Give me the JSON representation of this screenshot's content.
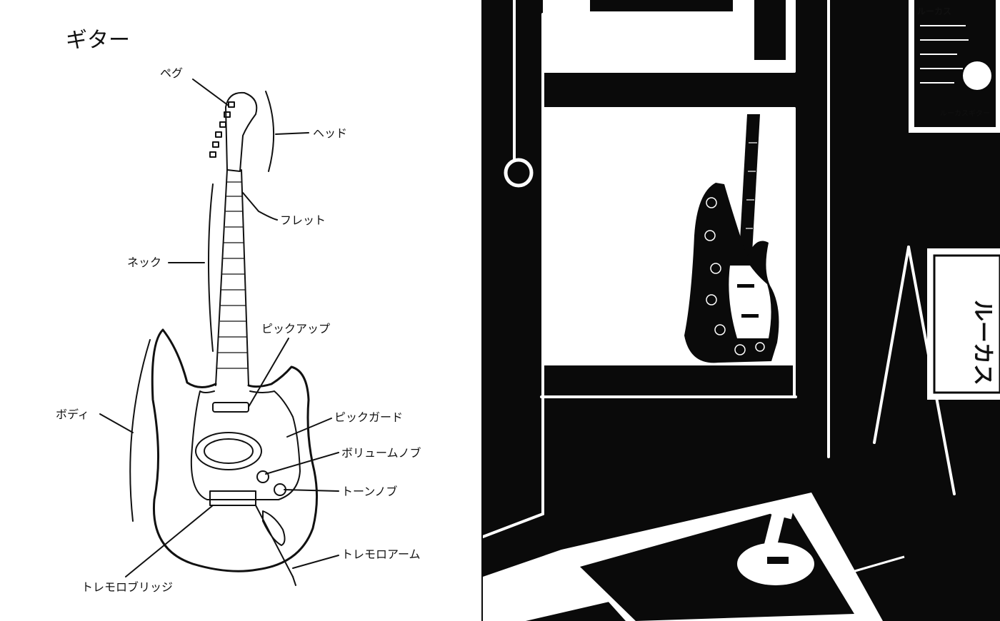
{
  "diagram": {
    "title": "ギター",
    "labels": {
      "peg": "ペグ",
      "head": "ヘッド",
      "fret": "フレット",
      "neck": "ネック",
      "pickup": "ピックアップ",
      "body": "ボディ",
      "pickguard": "ピックガード",
      "volume_knob": "ボリュームノブ",
      "tone_knob": "トーンノブ",
      "tremolo_arm": "トレモロアーム",
      "tremolo_bridge": "トレモロブリッジ"
    }
  },
  "scene": {
    "poster_heading": "ルーカス",
    "poster_footer": "ルーカスギター",
    "sign_text": "ルーカス"
  },
  "colors": {
    "ink": "#111111",
    "paper": "#ffffff",
    "night": "#0a0a0a"
  }
}
